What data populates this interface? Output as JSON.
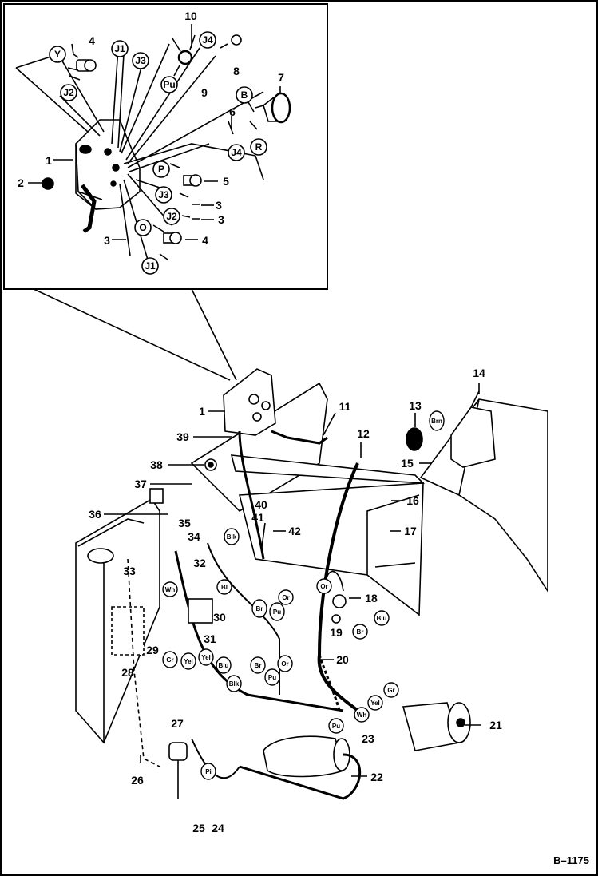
{
  "drawing_number": "B–1175",
  "inset": {
    "callouts": [
      "10",
      "4",
      "8",
      "9",
      "7",
      "6",
      "1",
      "2",
      "5",
      "3",
      "3",
      "3",
      "4",
      "3"
    ],
    "wire_tags": [
      "Y",
      "J1",
      "J3",
      "J4",
      "J2",
      "Pu",
      "B",
      "J4",
      "R",
      "P",
      "J3",
      "J2",
      "O",
      "J1"
    ]
  },
  "main": {
    "callouts": [
      "1",
      "11",
      "12",
      "13",
      "14",
      "39",
      "38",
      "37",
      "36",
      "15",
      "16",
      "17",
      "40",
      "41",
      "42",
      "35",
      "34",
      "33",
      "32",
      "18",
      "19",
      "31",
      "30",
      "29",
      "28",
      "20",
      "21",
      "27",
      "23",
      "22",
      "26",
      "25",
      "24"
    ],
    "wire_tags": [
      "Brn",
      "Blk",
      "Wh",
      "Bl",
      "Br",
      "Pu",
      "Or",
      "Or",
      "Blu",
      "Br",
      "Gr",
      "Yel",
      "Yel",
      "Blu",
      "Br",
      "Pu",
      "Or",
      "Blk",
      "Gr",
      "Yel",
      "Wh",
      "Pu",
      "Pi"
    ]
  }
}
